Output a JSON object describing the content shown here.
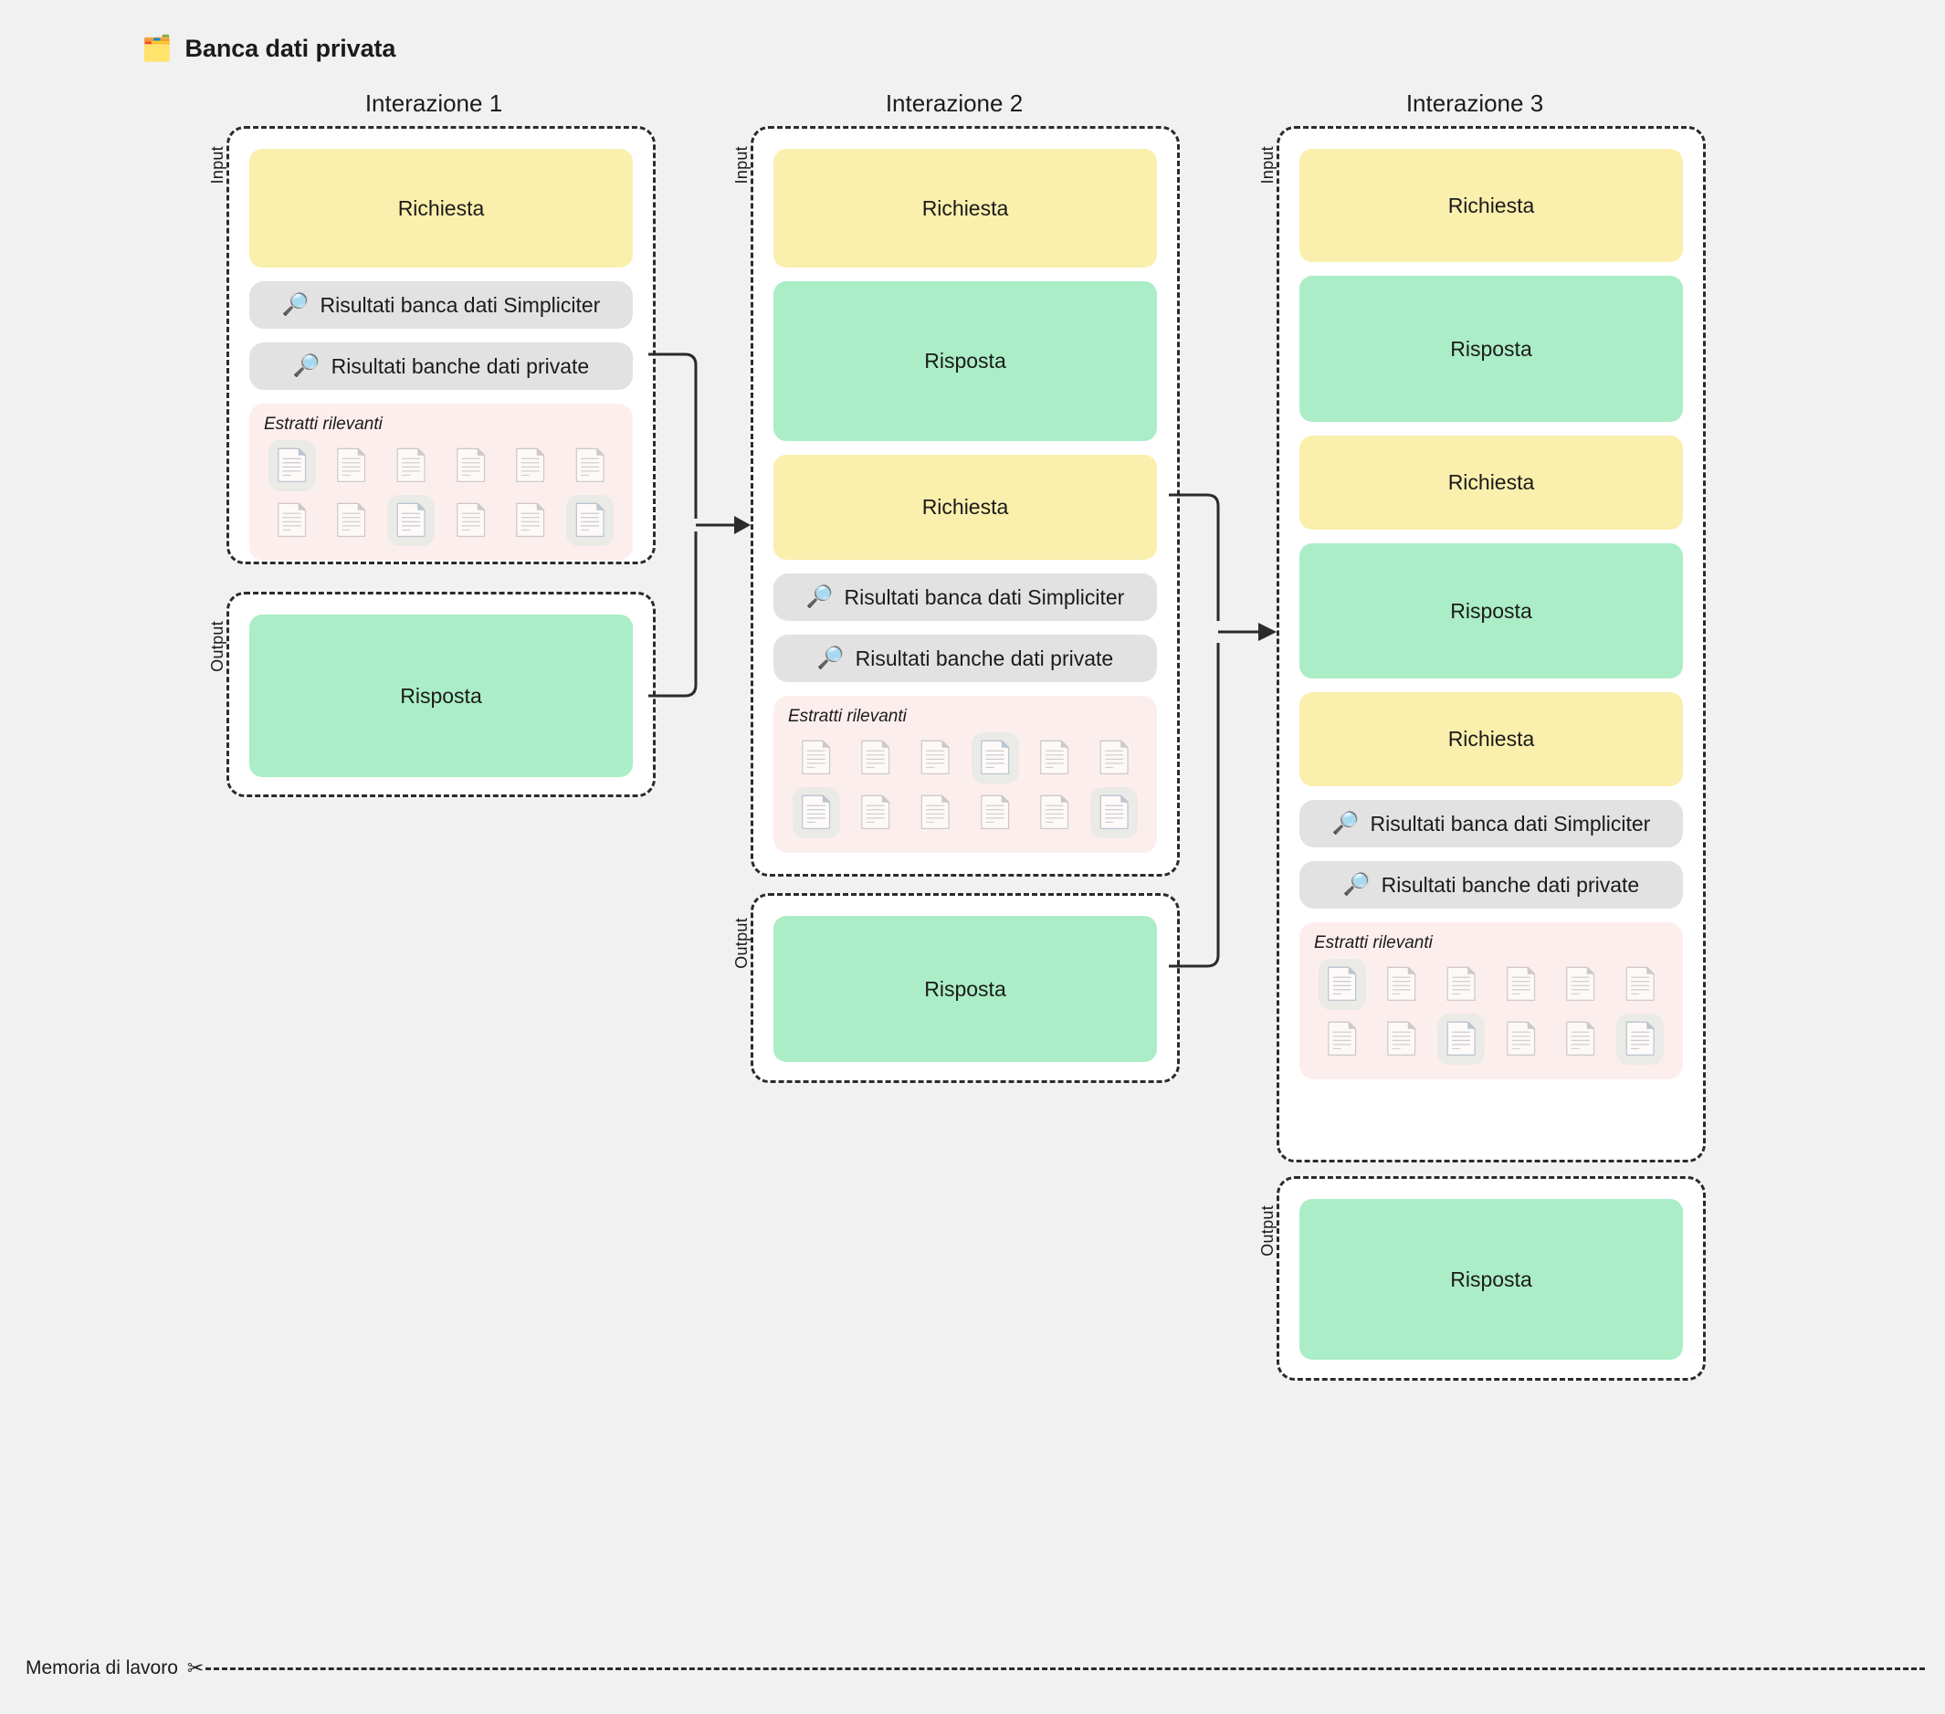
{
  "header": {
    "icon": "card-index-dividers-icon",
    "emoji": "🗂️",
    "title": "Banca dati privata"
  },
  "labels": {
    "input": "Input",
    "output": "Output",
    "extracts_title": "Estratti rilevanti",
    "search_glass": "🔎",
    "doc_emoji": "📄"
  },
  "colors": {
    "background": "#f1f1f1",
    "request": "#faefac",
    "response": "#abedc6",
    "pill": "#e2e2e2",
    "extracts_panel": "#fdeeee",
    "doc_highlight": "#d8ecdd",
    "dashed_border": "#2b2b2b",
    "text": "#1b1b1b"
  },
  "columns": [
    {
      "title": "Interazione 1",
      "input": {
        "label": "Input",
        "blocks": [
          {
            "kind": "request",
            "label": "Richiesta"
          }
        ],
        "pills": [
          {
            "icon": "magnifier-icon",
            "label": "Risultati banca dati Simpliciter"
          },
          {
            "icon": "magnifier-icon",
            "label": "Risultati banche dati private"
          }
        ],
        "extracts": {
          "title": "Estratti rilevanti",
          "rows": [
            [
              true,
              false,
              false,
              false,
              false,
              false
            ],
            [
              false,
              false,
              true,
              false,
              false,
              true
            ]
          ]
        }
      },
      "output": {
        "label": "Output",
        "blocks": [
          {
            "kind": "response",
            "label": "Risposta"
          }
        ]
      }
    },
    {
      "title": "Interazione 2",
      "input": {
        "label": "Input",
        "blocks": [
          {
            "kind": "request",
            "label": "Richiesta"
          },
          {
            "kind": "response",
            "label": "Risposta"
          },
          {
            "kind": "request",
            "label": "Richiesta"
          }
        ],
        "pills": [
          {
            "icon": "magnifier-icon",
            "label": "Risultati banca dati Simpliciter"
          },
          {
            "icon": "magnifier-icon",
            "label": "Risultati banche dati private"
          }
        ],
        "extracts": {
          "title": "Estratti rilevanti",
          "rows": [
            [
              false,
              false,
              false,
              true,
              false,
              false
            ],
            [
              true,
              false,
              false,
              false,
              false,
              true
            ]
          ]
        }
      },
      "output": {
        "label": "Output",
        "blocks": [
          {
            "kind": "response",
            "label": "Risposta"
          }
        ]
      }
    },
    {
      "title": "Interazione 3",
      "input": {
        "label": "Input",
        "blocks": [
          {
            "kind": "request",
            "label": "Richiesta"
          },
          {
            "kind": "response",
            "label": "Risposta"
          },
          {
            "kind": "request",
            "label": "Richiesta"
          },
          {
            "kind": "response",
            "label": "Risposta"
          },
          {
            "kind": "request",
            "label": "Richiesta"
          }
        ],
        "pills": [
          {
            "icon": "magnifier-icon",
            "label": "Risultati banca dati Simpliciter"
          },
          {
            "icon": "magnifier-icon",
            "label": "Risultati banche dati private"
          }
        ],
        "extracts": {
          "title": "Estratti rilevanti",
          "rows": [
            [
              true,
              false,
              false,
              false,
              false,
              false
            ],
            [
              false,
              false,
              true,
              false,
              false,
              true
            ]
          ]
        }
      },
      "output": {
        "label": "Output",
        "blocks": [
          {
            "kind": "response",
            "label": "Risposta"
          }
        ]
      }
    }
  ],
  "footer": {
    "label": "Memoria di lavoro",
    "icon": "scissors-icon",
    "scissors": "✂"
  }
}
